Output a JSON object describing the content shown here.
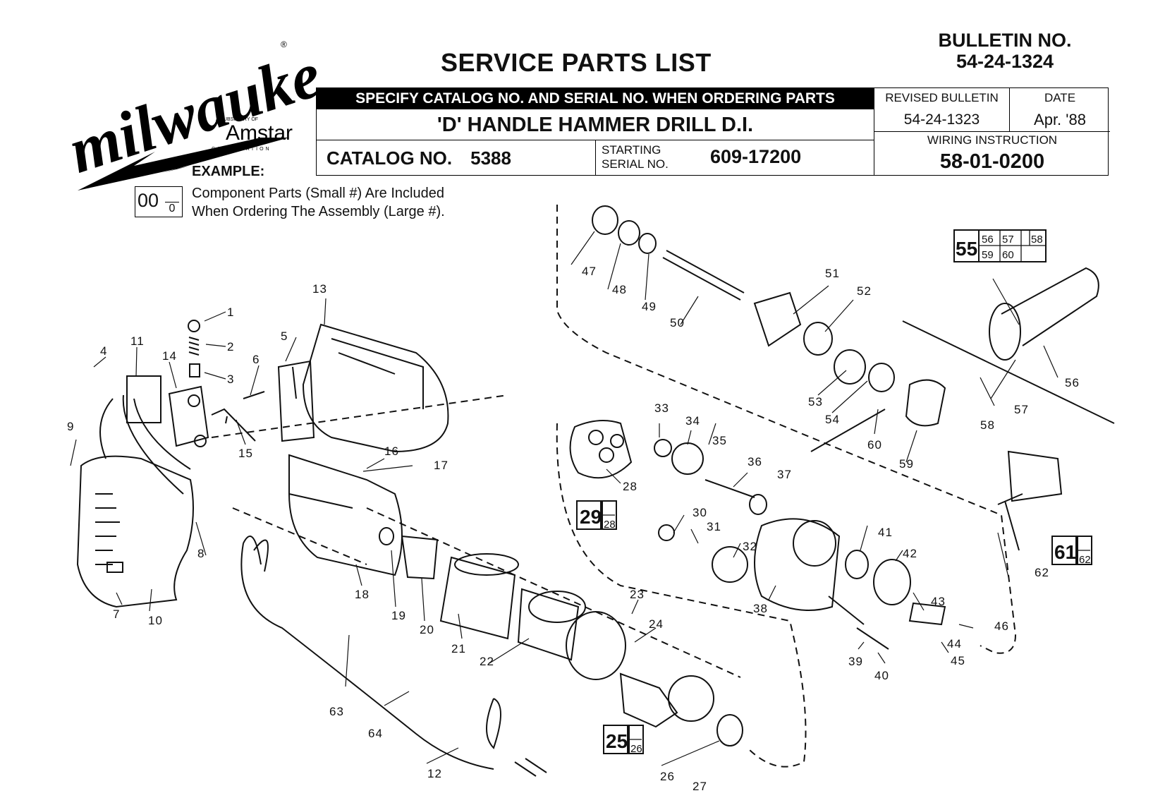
{
  "logo": {
    "wordmark": "milwaukee",
    "registered": "®",
    "subsidiary": "A SUBSIDIARY OF",
    "parent": "Amstar",
    "parent_sub": "CORPORATION"
  },
  "title": "SERVICE PARTS LIST",
  "bulletin": {
    "label": "BULLETIN NO.",
    "number": "54-24-1324"
  },
  "header": {
    "specify": "SPECIFY CATALOG NO. AND SERIAL NO. WHEN ORDERING PARTS",
    "tool_name": "'D' HANDLE HAMMER DRILL D.I.",
    "catalog_label": "CATALOG NO.",
    "catalog_value": "5388",
    "serial_label_1": "STARTING",
    "serial_label_2": "SERIAL NO.",
    "serial_value": "609-17200",
    "revised_label": "REVISED BULLETIN",
    "revised_value": "54-24-1323",
    "date_label": "DATE",
    "date_value": "Apr. '88",
    "wiring_label": "WIRING INSTRUCTION",
    "wiring_value": "58-01-0200"
  },
  "example": {
    "title": "EXAMPLE:",
    "big": "00",
    "small": "0",
    "line1": "Component Parts (Small #) Are Included",
    "line2": "When Ordering The Assembly (Large #)."
  },
  "assemblies": [
    {
      "big": "55",
      "top": [
        "56",
        "57",
        "58"
      ],
      "bottom": [
        "59",
        "60"
      ]
    },
    {
      "big": "29",
      "small": "28"
    },
    {
      "big": "61",
      "small": "62"
    },
    {
      "big": "25",
      "small": "26"
    }
  ],
  "part_numbers": [
    "1",
    "2",
    "3",
    "4",
    "5",
    "6",
    "7",
    "8",
    "9",
    "10",
    "11",
    "12",
    "13",
    "14",
    "15",
    "16",
    "17",
    "18",
    "19",
    "20",
    "21",
    "22",
    "23",
    "24",
    "25",
    "26",
    "27",
    "28",
    "29",
    "30",
    "31",
    "32",
    "33",
    "34",
    "35",
    "36",
    "37",
    "38",
    "39",
    "40",
    "41",
    "42",
    "43",
    "44",
    "45",
    "46",
    "47",
    "48",
    "49",
    "50",
    "51",
    "52",
    "53",
    "54",
    "55",
    "56",
    "57",
    "58",
    "59",
    "60",
    "61",
    "62",
    "63",
    "64"
  ]
}
